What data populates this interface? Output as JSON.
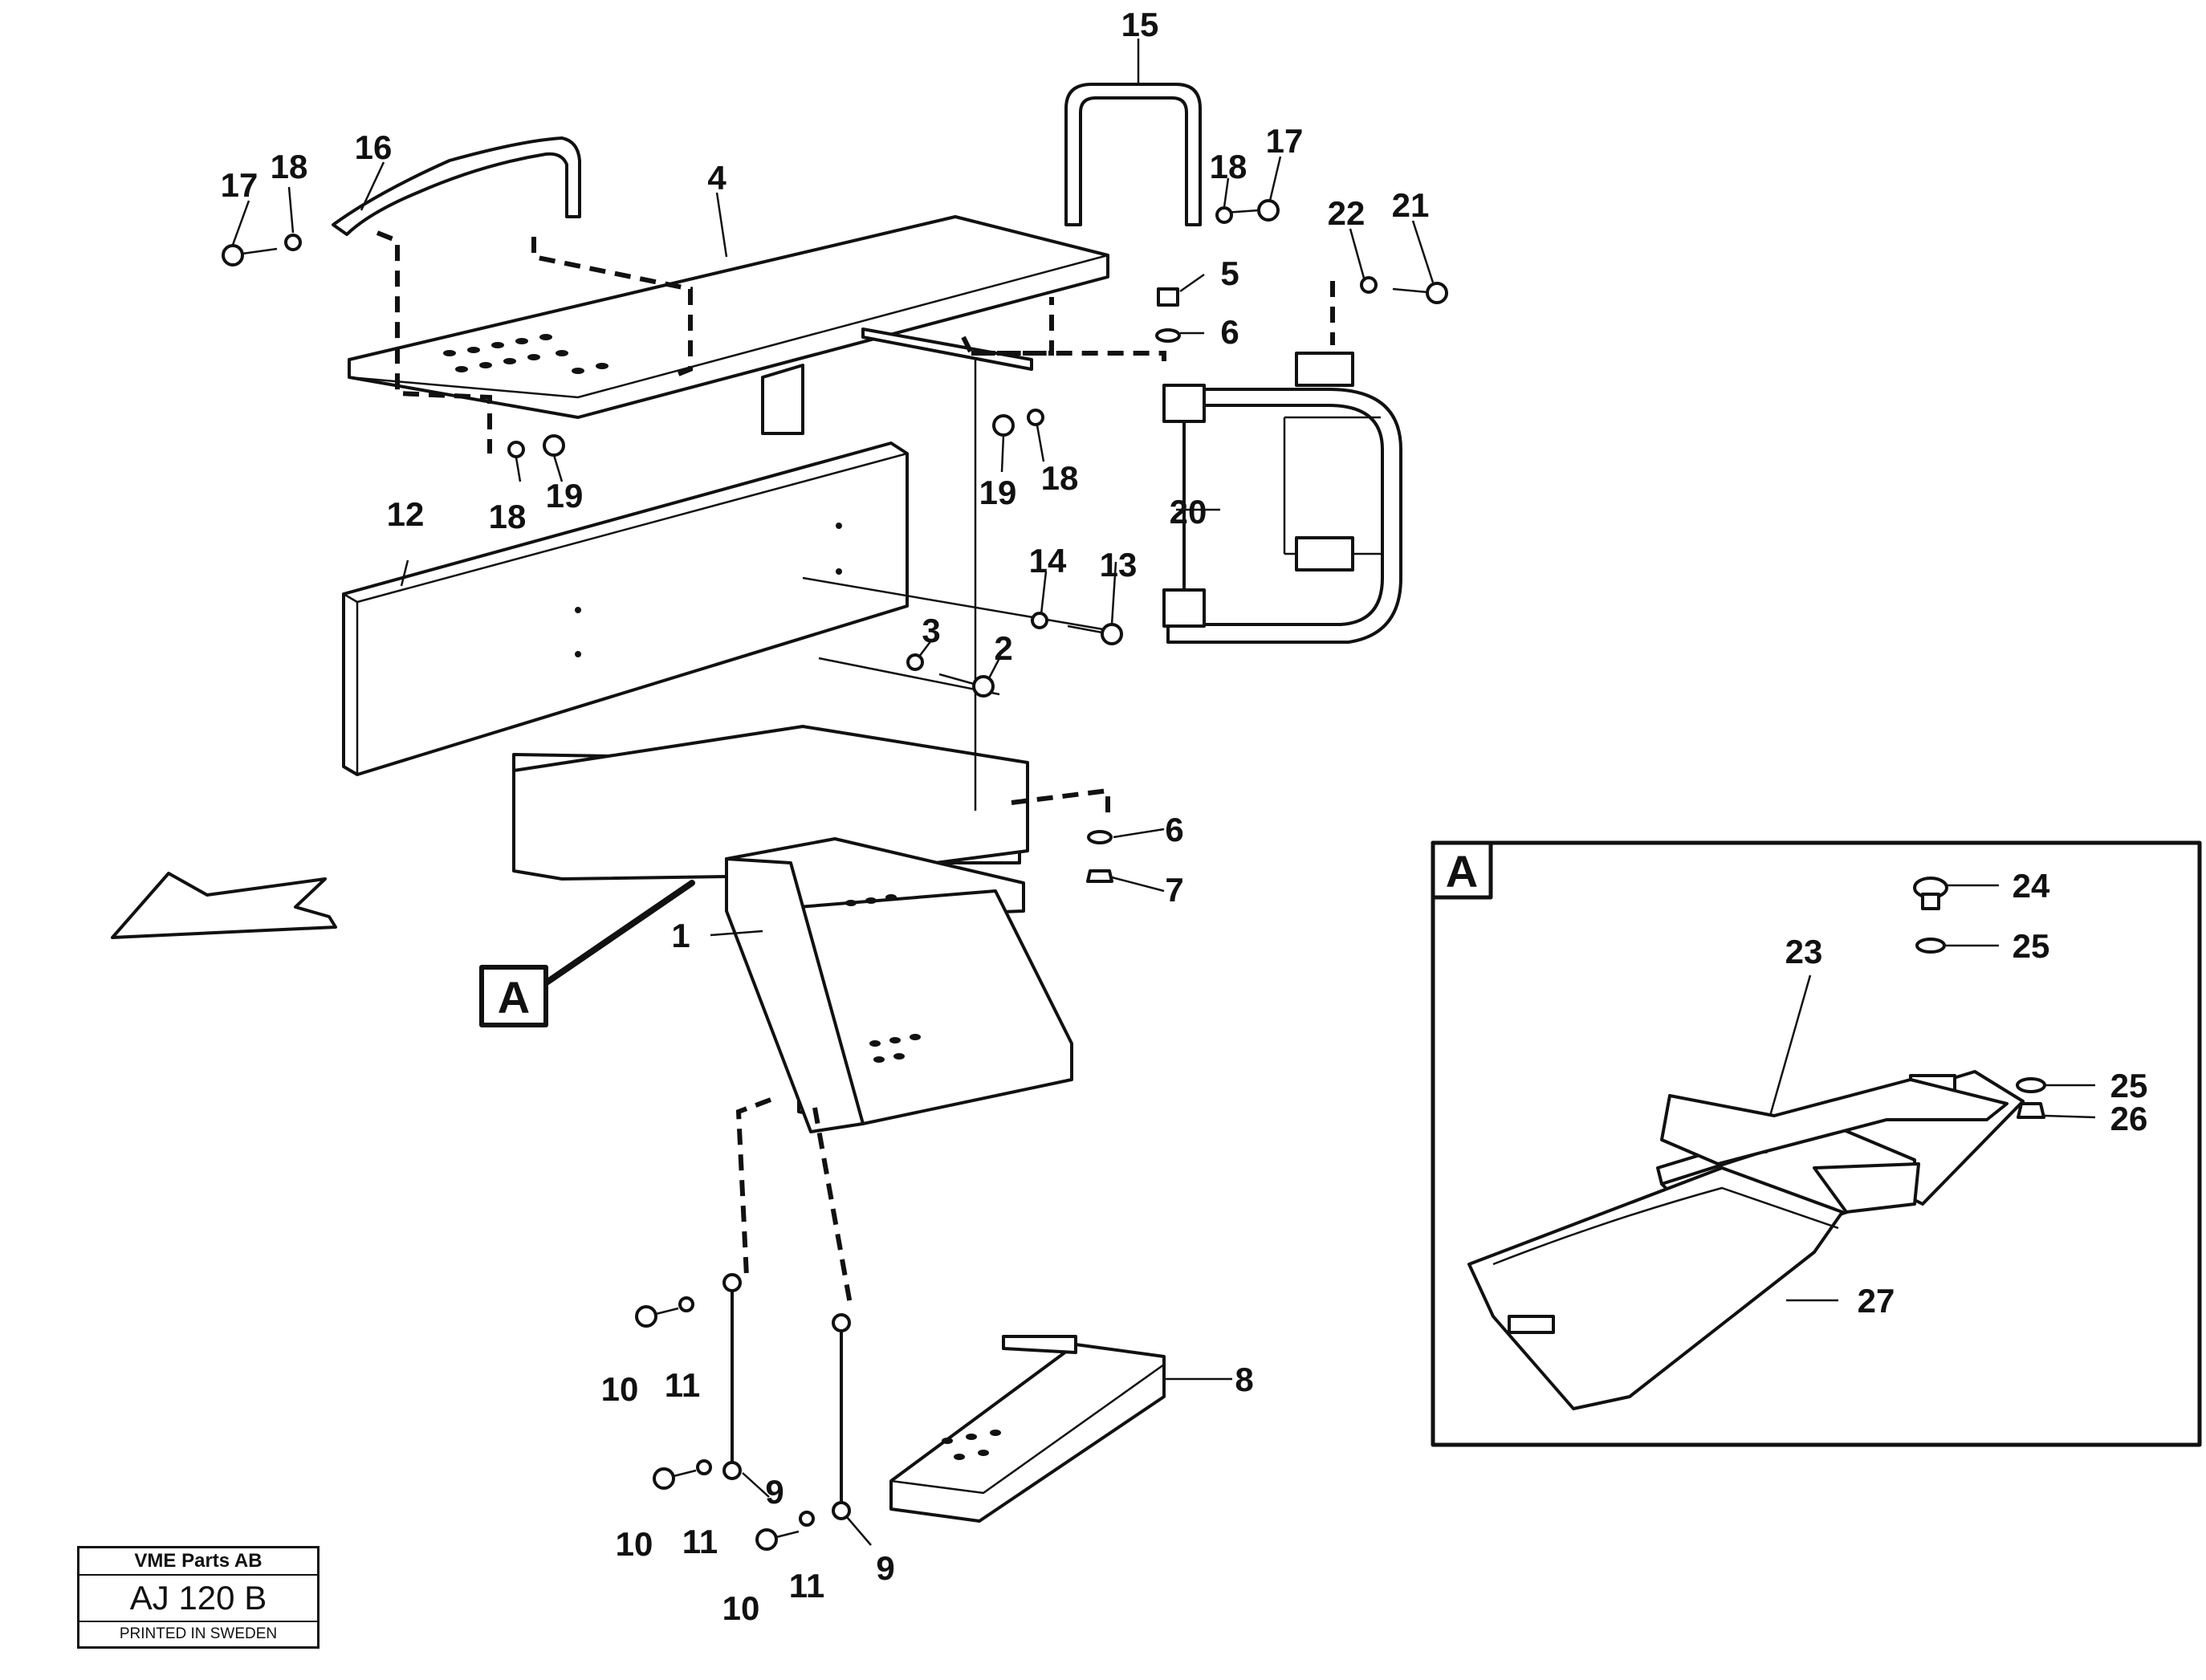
{
  "callouts": [
    {
      "id": "c1",
      "text": "1"
    },
    {
      "id": "c2",
      "text": "2"
    },
    {
      "id": "c3",
      "text": "3"
    },
    {
      "id": "c4",
      "text": "4"
    },
    {
      "id": "c5",
      "text": "5"
    },
    {
      "id": "c6a",
      "text": "6"
    },
    {
      "id": "c6b",
      "text": "6"
    },
    {
      "id": "c7",
      "text": "7"
    },
    {
      "id": "c8",
      "text": "8"
    },
    {
      "id": "c9a",
      "text": "9"
    },
    {
      "id": "c9b",
      "text": "9"
    },
    {
      "id": "c10a",
      "text": "10"
    },
    {
      "id": "c10b",
      "text": "10"
    },
    {
      "id": "c10c",
      "text": "10"
    },
    {
      "id": "c11a",
      "text": "11"
    },
    {
      "id": "c11b",
      "text": "11"
    },
    {
      "id": "c11c",
      "text": "11"
    },
    {
      "id": "c12",
      "text": "12"
    },
    {
      "id": "c13",
      "text": "13"
    },
    {
      "id": "c14",
      "text": "14"
    },
    {
      "id": "c15",
      "text": "15"
    },
    {
      "id": "c16",
      "text": "16"
    },
    {
      "id": "c17a",
      "text": "17"
    },
    {
      "id": "c17b",
      "text": "17"
    },
    {
      "id": "c18a",
      "text": "18"
    },
    {
      "id": "c18b",
      "text": "18"
    },
    {
      "id": "c18c",
      "text": "18"
    },
    {
      "id": "c18d",
      "text": "18"
    },
    {
      "id": "c19a",
      "text": "19"
    },
    {
      "id": "c19b",
      "text": "19"
    },
    {
      "id": "c20",
      "text": "20"
    },
    {
      "id": "c21",
      "text": "21"
    },
    {
      "id": "c22",
      "text": "22"
    },
    {
      "id": "c23",
      "text": "23"
    },
    {
      "id": "c24",
      "text": "24"
    },
    {
      "id": "c25a",
      "text": "25"
    },
    {
      "id": "c25b",
      "text": "25"
    },
    {
      "id": "c26",
      "text": "26"
    },
    {
      "id": "c27",
      "text": "27"
    }
  ],
  "detail_ref_label": "A",
  "detail_box_label": "A",
  "title_block": {
    "company": "VME Parts AB",
    "code": "AJ 120 B",
    "printed": "PRINTED IN SWEDEN"
  }
}
